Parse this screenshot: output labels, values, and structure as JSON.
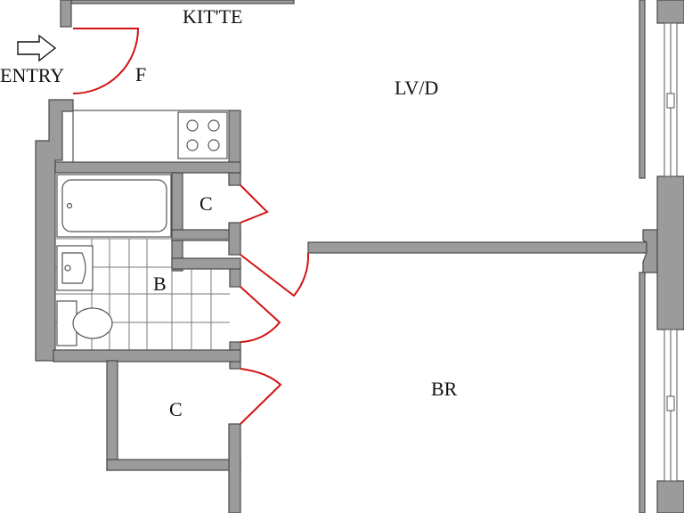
{
  "plan": {
    "colors": {
      "wall": "#9b9b9b",
      "wall_outline": "#4a4a4a",
      "door": "#d21414",
      "text": "#111111"
    },
    "labels": {
      "kitchen": "KIT'TE",
      "entry": "ENTRY",
      "foyer": "F",
      "living_dining": "LV/D",
      "closet_upper": "C",
      "bath": "B",
      "closet_lower": "C",
      "bedroom": "BR"
    },
    "icons": {
      "entry_arrow": "right-arrow-icon"
    }
  }
}
